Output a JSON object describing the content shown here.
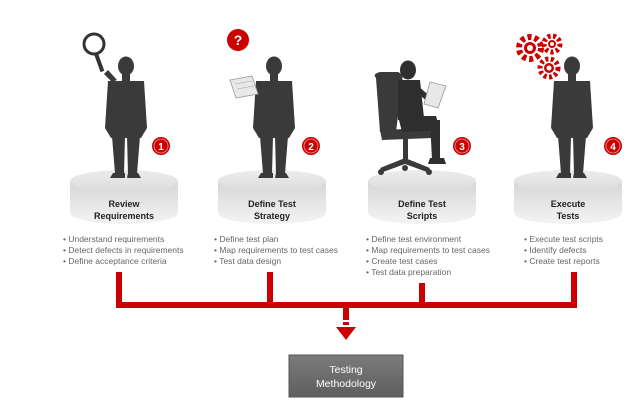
{
  "colors": {
    "accent": "#cc0000",
    "figure": "#3a3a3a",
    "pedestal_top": "#e3e3e3",
    "pedestal_side": "#cfcfcf",
    "result_box": "#6f6f6f",
    "bullet_text": "#666666"
  },
  "steps": [
    {
      "number": "1",
      "title_lines": [
        "Review",
        "Requirements"
      ],
      "icon": "magnifier-icon",
      "bullets": [
        "Understand requirements",
        "Detect defects in requirements",
        "Define acceptance criteria"
      ]
    },
    {
      "number": "2",
      "title_lines": [
        "Define Test",
        "Strategy"
      ],
      "icon": "question-icon",
      "icon_text": "?",
      "bullets": [
        "Define test plan",
        "Map requirements to test cases",
        "Test data design"
      ]
    },
    {
      "number": "3",
      "title_lines": [
        "Define Test",
        "Scripts"
      ],
      "icon": "chair-icon",
      "bullets": [
        "Define test environment",
        "Map requirements to test cases",
        "Create test cases",
        "Test data preparation"
      ]
    },
    {
      "number": "4",
      "title_lines": [
        "Execute",
        "Tests"
      ],
      "icon": "gears-icon",
      "bullets": [
        "Execute test scripts",
        "Identify defects",
        "Create test reports"
      ]
    }
  ],
  "result": {
    "lines": [
      "Testing",
      "Methodology"
    ]
  }
}
